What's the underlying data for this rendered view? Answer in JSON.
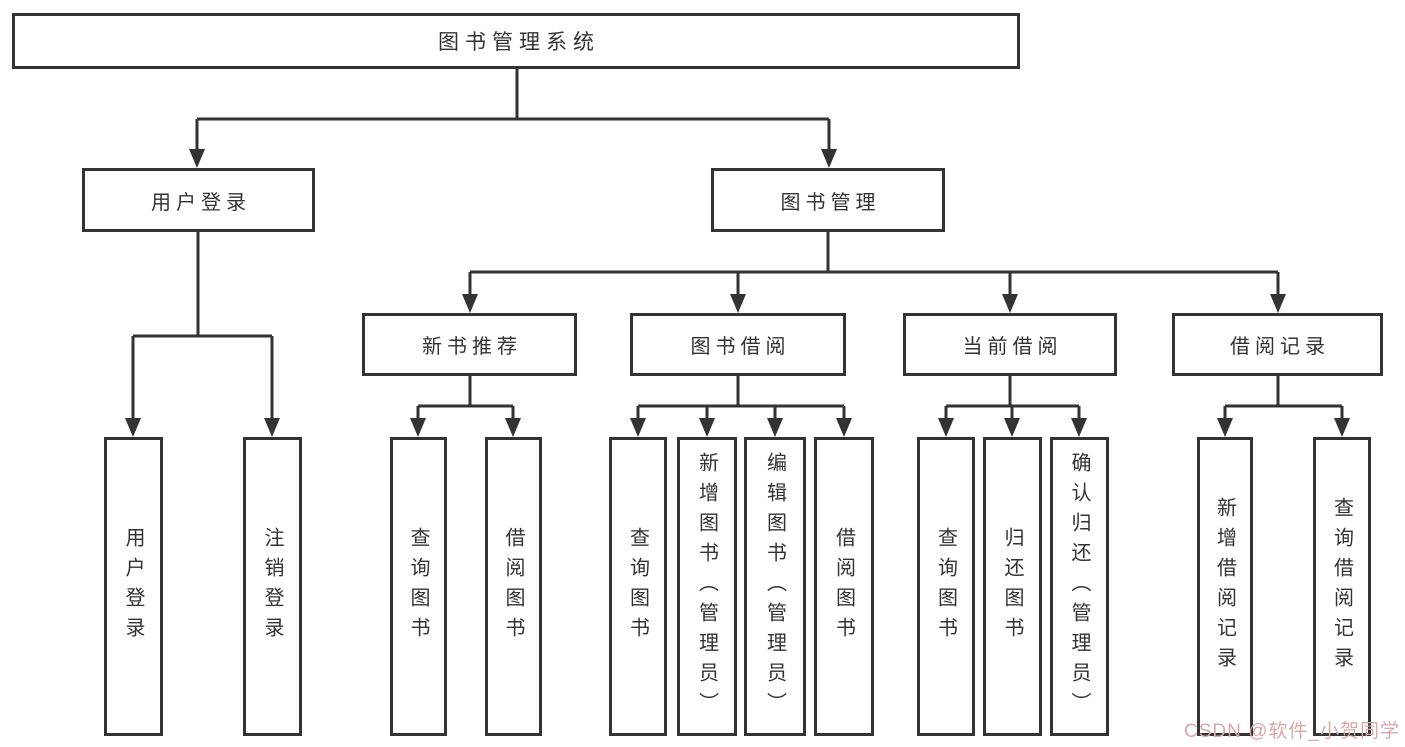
{
  "tree": {
    "root": "图书管理系统",
    "children": [
      {
        "label": "用户登录",
        "children": [
          {
            "label": "用户登录"
          },
          {
            "label": "注销登录"
          }
        ]
      },
      {
        "label": "图书管理",
        "children": [
          {
            "label": "新书推荐",
            "children": [
              {
                "label": "查询图书"
              },
              {
                "label": "借阅图书"
              }
            ]
          },
          {
            "label": "图书借阅",
            "children": [
              {
                "label": "查询图书"
              },
              {
                "label": "新增图书（管理员）"
              },
              {
                "label": "编辑图书（管理员）"
              },
              {
                "label": "借阅图书"
              }
            ]
          },
          {
            "label": "当前借阅",
            "children": [
              {
                "label": "查询图书"
              },
              {
                "label": "归还图书"
              },
              {
                "label": "确认归还（管理员）"
              }
            ]
          },
          {
            "label": "借阅记录",
            "children": [
              {
                "label": "新增借阅记录"
              },
              {
                "label": "查询借阅记录"
              }
            ]
          }
        ]
      }
    ]
  },
  "watermark": "CSDN @软件_小贺同学",
  "colors": {
    "line": "#333333",
    "text": "#333333",
    "box_background": "#ffffff",
    "watermark": "#d9a8a8"
  }
}
